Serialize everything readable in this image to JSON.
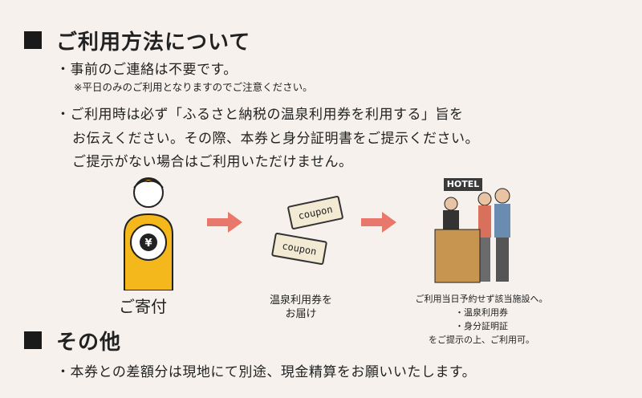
{
  "section1": {
    "heading": "ご利用方法について",
    "bullet1": "・事前のご連絡は不要です。",
    "note1": "※平日のみのご利用となりますのでご注意ください。",
    "bullet2_line1": "・ご利用時は必ず「ふるさと納税の温泉利用券を利用する」旨を",
    "bullet2_line2": "お伝えください。その際、本券と身分証明書をご提示ください。",
    "bullet2_line3": "ご提示がない場合はご利用いただけません。"
  },
  "flow": {
    "step1": "ご寄付",
    "step2_line1": "温泉利用券を",
    "step2_line2": "お届け",
    "coupon_label": "coupon",
    "hotel_sign": "HOTEL",
    "yen_symbol": "¥",
    "step3_line1": "ご利用当日予約せず該当施設へ。",
    "step3_line2": "・温泉利用券",
    "step3_line3": "・身分証明証",
    "step3_line4": "をご提示の上、ご利用可。",
    "arrow_color": "#e8786c"
  },
  "section2": {
    "heading": "その他",
    "bullet1": "・本券との差額分は現地にて別途、現金精算をお願いいたします。"
  }
}
